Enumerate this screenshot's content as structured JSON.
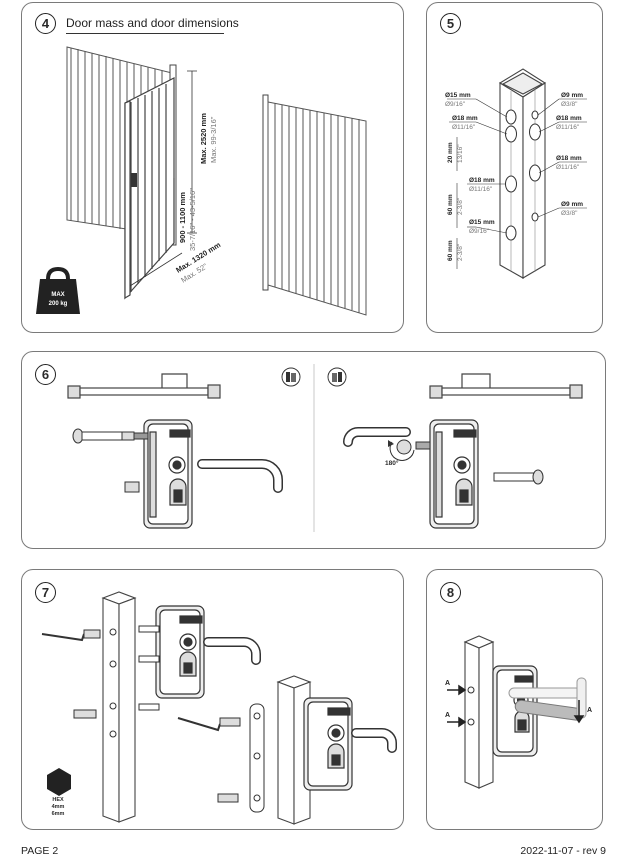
{
  "panels": {
    "p4": {
      "step": "4",
      "title": "Door mass and door dimensions"
    },
    "p5": {
      "step": "5"
    },
    "p6": {
      "step": "6"
    },
    "p7": {
      "step": "7"
    },
    "p8": {
      "step": "8"
    }
  },
  "p4": {
    "weight_top": "MAX",
    "weight_bottom": "200 kg",
    "dim_height_mm": "Max. 2520 mm",
    "dim_height_in": "Max. 99-3/16\"",
    "dim_mid_mm": "900 - 1100 mm",
    "dim_mid_in": "35-7/16\" - 43-5/16\"",
    "dim_width_mm": "Max. 1320 mm",
    "dim_width_in": "Max. 52\""
  },
  "p5": {
    "l1a": "Ø15 mm",
    "l1b": "Ø9/16\"",
    "l2a": "Ø18 mm",
    "l2b": "Ø11/16\"",
    "l3a": "Ø18 mm",
    "l3b": "Ø11/16\"",
    "l4a": "Ø15 mm",
    "l4b": "Ø9/16\"",
    "r1a": "Ø9 mm",
    "r1b": "Ø3/8\"",
    "r2a": "Ø18 mm",
    "r2b": "Ø11/16\"",
    "r3a": "Ø18 mm",
    "r3b": "Ø11/16\"",
    "r4a": "Ø9 mm",
    "r4b": "Ø3/8\"",
    "v1a": "20 mm",
    "v1b": "13/16\"",
    "v2a": "60 mm",
    "v2b": "2-3/8\"",
    "v3a": "60 mm",
    "v3b": "2-3/8\""
  },
  "p6": {
    "rotation": "180°"
  },
  "p7": {
    "hex_title": "HEX",
    "hex_a": "4mm",
    "hex_b": "6mm"
  },
  "p8": {
    "a1": "A",
    "a2": "A",
    "a3": "A"
  },
  "footer": {
    "page": "PAGE 2",
    "date": "2022-11-07 - rev 9"
  }
}
